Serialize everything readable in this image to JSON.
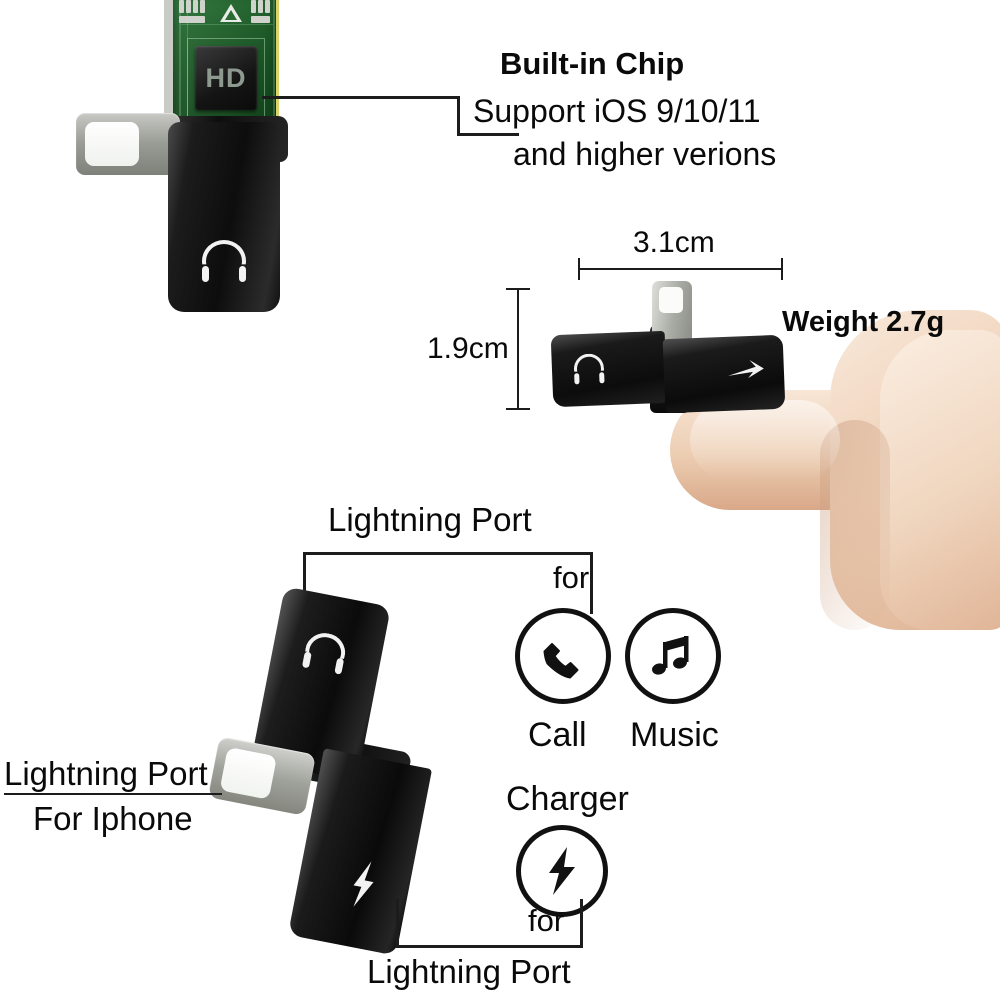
{
  "product": {
    "chip_label": "HD"
  },
  "callouts": {
    "chip_title": "Built-in Chip",
    "chip_line1": "Support iOS 9/10/11",
    "chip_line2": "and higher verions"
  },
  "dimensions": {
    "width": "3.1cm",
    "height": "1.9cm",
    "weight": "Weight 2.7g"
  },
  "labels": {
    "top_port": "Lightning Port",
    "top_for": "for",
    "left_port": "Lightning Port",
    "left_sub": "For Iphone",
    "bottom_for": "for",
    "bottom_port": "Lightning Port",
    "charger": "Charger"
  },
  "features": [
    {
      "name": "Call",
      "icon": "phone-icon"
    },
    {
      "name": "Music",
      "icon": "music-note-icon"
    },
    {
      "name": "Charger",
      "icon": "lightning-bolt-icon"
    }
  ],
  "colors": {
    "background": "#ffffff",
    "text": "#0a0a0a",
    "line": "#1c1c1c",
    "body": "#101010",
    "pcb": "#14531f",
    "metal": "#9a9c96",
    "skin": "#ecc8ac"
  }
}
